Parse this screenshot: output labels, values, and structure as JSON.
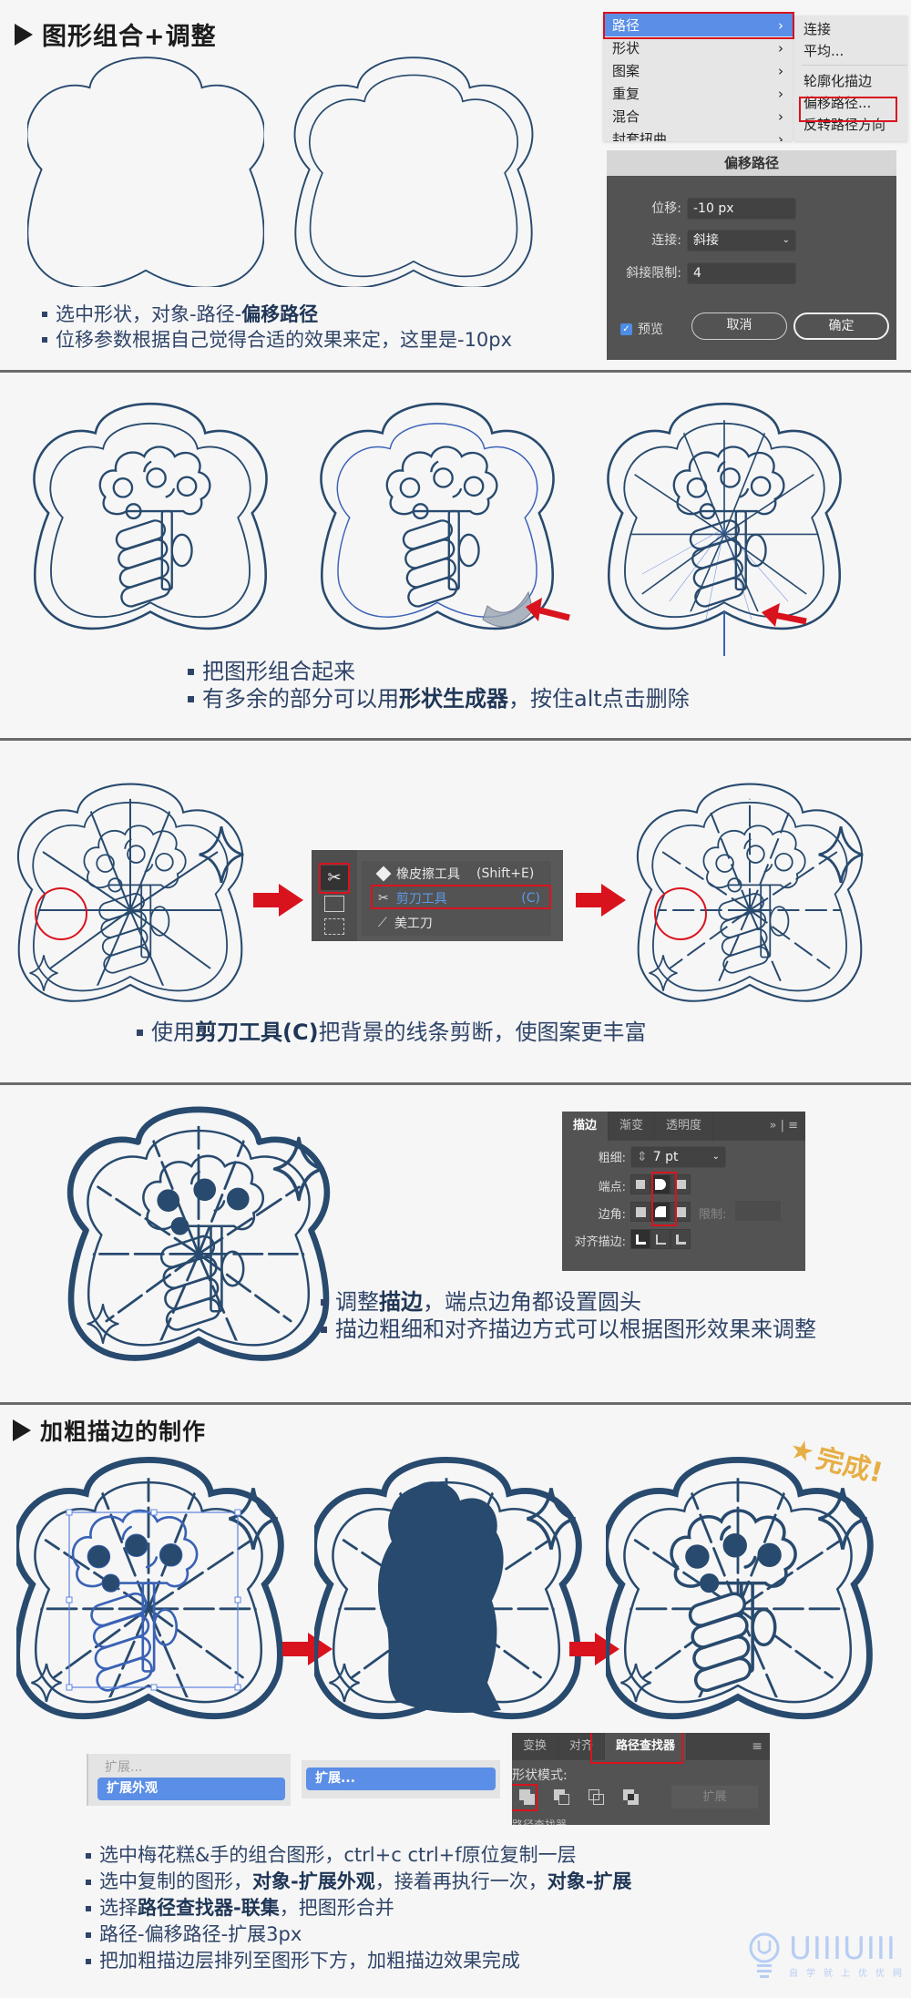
{
  "colors": {
    "navy": "#284a6e",
    "accent_red": "#d9131e",
    "menu_highlight": "#5b8ee6",
    "panel_dark": "#535353",
    "gold": "#e7ae45",
    "watermark": "#b7cdf3"
  },
  "section1": {
    "title": "图形组合+调整",
    "bullets": [
      {
        "text": "选中形状，对象-路径-",
        "bold": "偏移路径"
      },
      {
        "text": "位移参数根据自己觉得合适的效果来定，这里是-10px",
        "bold": ""
      }
    ],
    "menu": {
      "items": [
        {
          "label": "路径",
          "arrow": "›"
        },
        {
          "label": "形状",
          "arrow": "›"
        },
        {
          "label": "图案",
          "arrow": "›"
        },
        {
          "label": "重复",
          "arrow": "›"
        },
        {
          "label": "混合",
          "arrow": "›"
        },
        {
          "label": "封套扭曲",
          "arrow": "›"
        }
      ],
      "submenu": [
        "连接",
        "平均...",
        "轮廓化描边",
        "偏移路径...",
        "反转路径方向"
      ]
    },
    "dialog": {
      "title": "偏移路径",
      "offset_label": "位移:",
      "offset_value": "-10 px",
      "join_label": "连接:",
      "join_value": "斜接",
      "miter_label": "斜接限制:",
      "miter_value": "4",
      "preview_label": "预览",
      "preview_checked": true,
      "cancel_label": "取消",
      "ok_label": "确定"
    }
  },
  "section2": {
    "bullets": [
      {
        "text": "把图形组合起来",
        "bold": "",
        "after": ""
      },
      {
        "text": "有多余的部分可以用",
        "bold": "形状生成器",
        "after": "，按住alt点击删除"
      }
    ]
  },
  "section3": {
    "tool_menu": {
      "items": [
        {
          "icon": "eraser-icon",
          "label": "橡皮擦工具",
          "shortcut": "(Shift+E)"
        },
        {
          "icon": "scissors-icon",
          "label": "剪刀工具",
          "shortcut": "(C)"
        },
        {
          "icon": "knife-icon",
          "label": "美工刀",
          "shortcut": ""
        }
      ]
    },
    "bullets": [
      {
        "text": "使用",
        "bold": "剪刀工具(C)",
        "after": "把背景的线条剪断，使图案更丰富"
      }
    ]
  },
  "section4": {
    "stroke_panel": {
      "tabs": [
        "描边",
        "渐变",
        "透明度"
      ],
      "weight_label": "粗细:",
      "weight_value": "7 pt",
      "cap_label": "端点:",
      "corner_label": "边角:",
      "limit_label": "限制:",
      "align_label": "对齐描边:"
    },
    "bullets": [
      {
        "text": "调整",
        "bold": "描边",
        "after": "，端点边角都设置圆头"
      },
      {
        "text": "描边粗细和对齐描边方式可以根据图形效果来调整",
        "bold": "",
        "after": ""
      }
    ]
  },
  "section5": {
    "title": "加粗描边的制作",
    "done_badge": "完成!",
    "menu_a": {
      "items": [
        "扩展...",
        "扩展外观"
      ]
    },
    "menu_b": {
      "items": [
        "扩展..."
      ]
    },
    "pathfinder": {
      "tabs": [
        "变换",
        "对齐",
        "路径查找器"
      ],
      "shape_modes_label": "形状模式:",
      "expand_label": "扩展",
      "footer_label": "路径查找器"
    },
    "bullets": [
      [
        {
          "t": "选中梅花糕&手的组合图形，ctrl+c  ctrl+f原位复制一层",
          "b": false
        }
      ],
      [
        {
          "t": "选中复制的图形，",
          "b": false
        },
        {
          "t": "对象-扩展外观",
          "b": true
        },
        {
          "t": "，接着再执行一次，",
          "b": false
        },
        {
          "t": "对象-扩展",
          "b": true
        }
      ],
      [
        {
          "t": "选择",
          "b": false
        },
        {
          "t": "路径查找器-联集",
          "b": true
        },
        {
          "t": "，把图形合并",
          "b": false
        }
      ],
      [
        {
          "t": "路径-偏移路径-扩展3px",
          "b": false
        }
      ],
      [
        {
          "t": "把加粗描边层排列至图形下方，加粗描边效果完成",
          "b": false
        }
      ]
    ]
  },
  "watermark": {
    "logo_text": "UIIIUIII",
    "tagline": "自学就上优优网"
  }
}
